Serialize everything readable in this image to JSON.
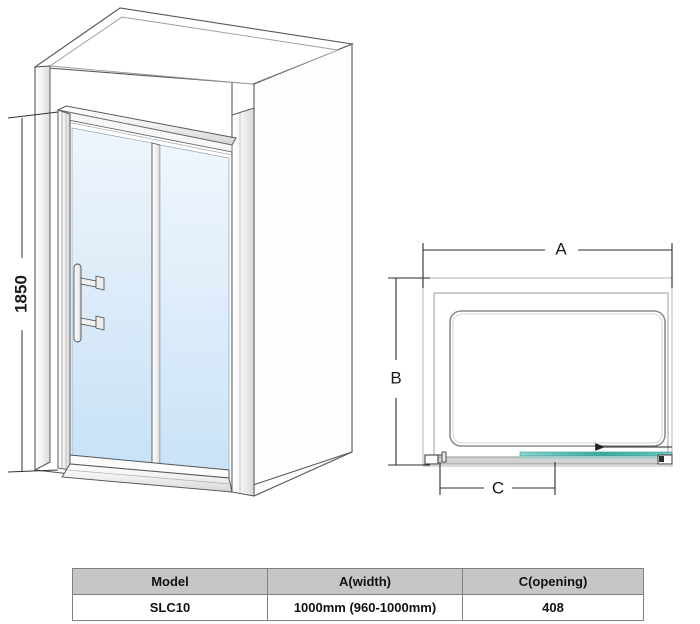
{
  "document": {
    "type": "technical-drawing",
    "subject": "Sliding shower door enclosure"
  },
  "perspective_view": {
    "name": "3d-isometric-shower-enclosure",
    "height_dimension": {
      "label": "1850",
      "unit_implied": "mm",
      "orientation": "vertical-rotated"
    },
    "parts": [
      "left-wall-panel",
      "back-wall",
      "top-rail",
      "bottom-rail",
      "left-glass-panel",
      "right-glass-panel",
      "center-mullion",
      "door-handle"
    ]
  },
  "plan_view": {
    "name": "top-plan-view",
    "dimensions": {
      "a_label": "A",
      "b_label": "B",
      "c_label": "C"
    },
    "slide_direction": "left",
    "sliding_panel_color": "#3aa9a0"
  },
  "table": {
    "name": "specification-table",
    "headers": [
      "Model",
      "A(width)",
      "C(opening)"
    ],
    "rows": [
      [
        "SLC10",
        "1000mm (960-1000mm)",
        "408"
      ]
    ]
  },
  "colors": {
    "glass_top": "#e8f1fa",
    "glass_bottom": "#c9e3f8",
    "line": "#4a4a4a",
    "table_header_bg": "#c6c6c6",
    "accent_teal": "#3aa9a0"
  }
}
